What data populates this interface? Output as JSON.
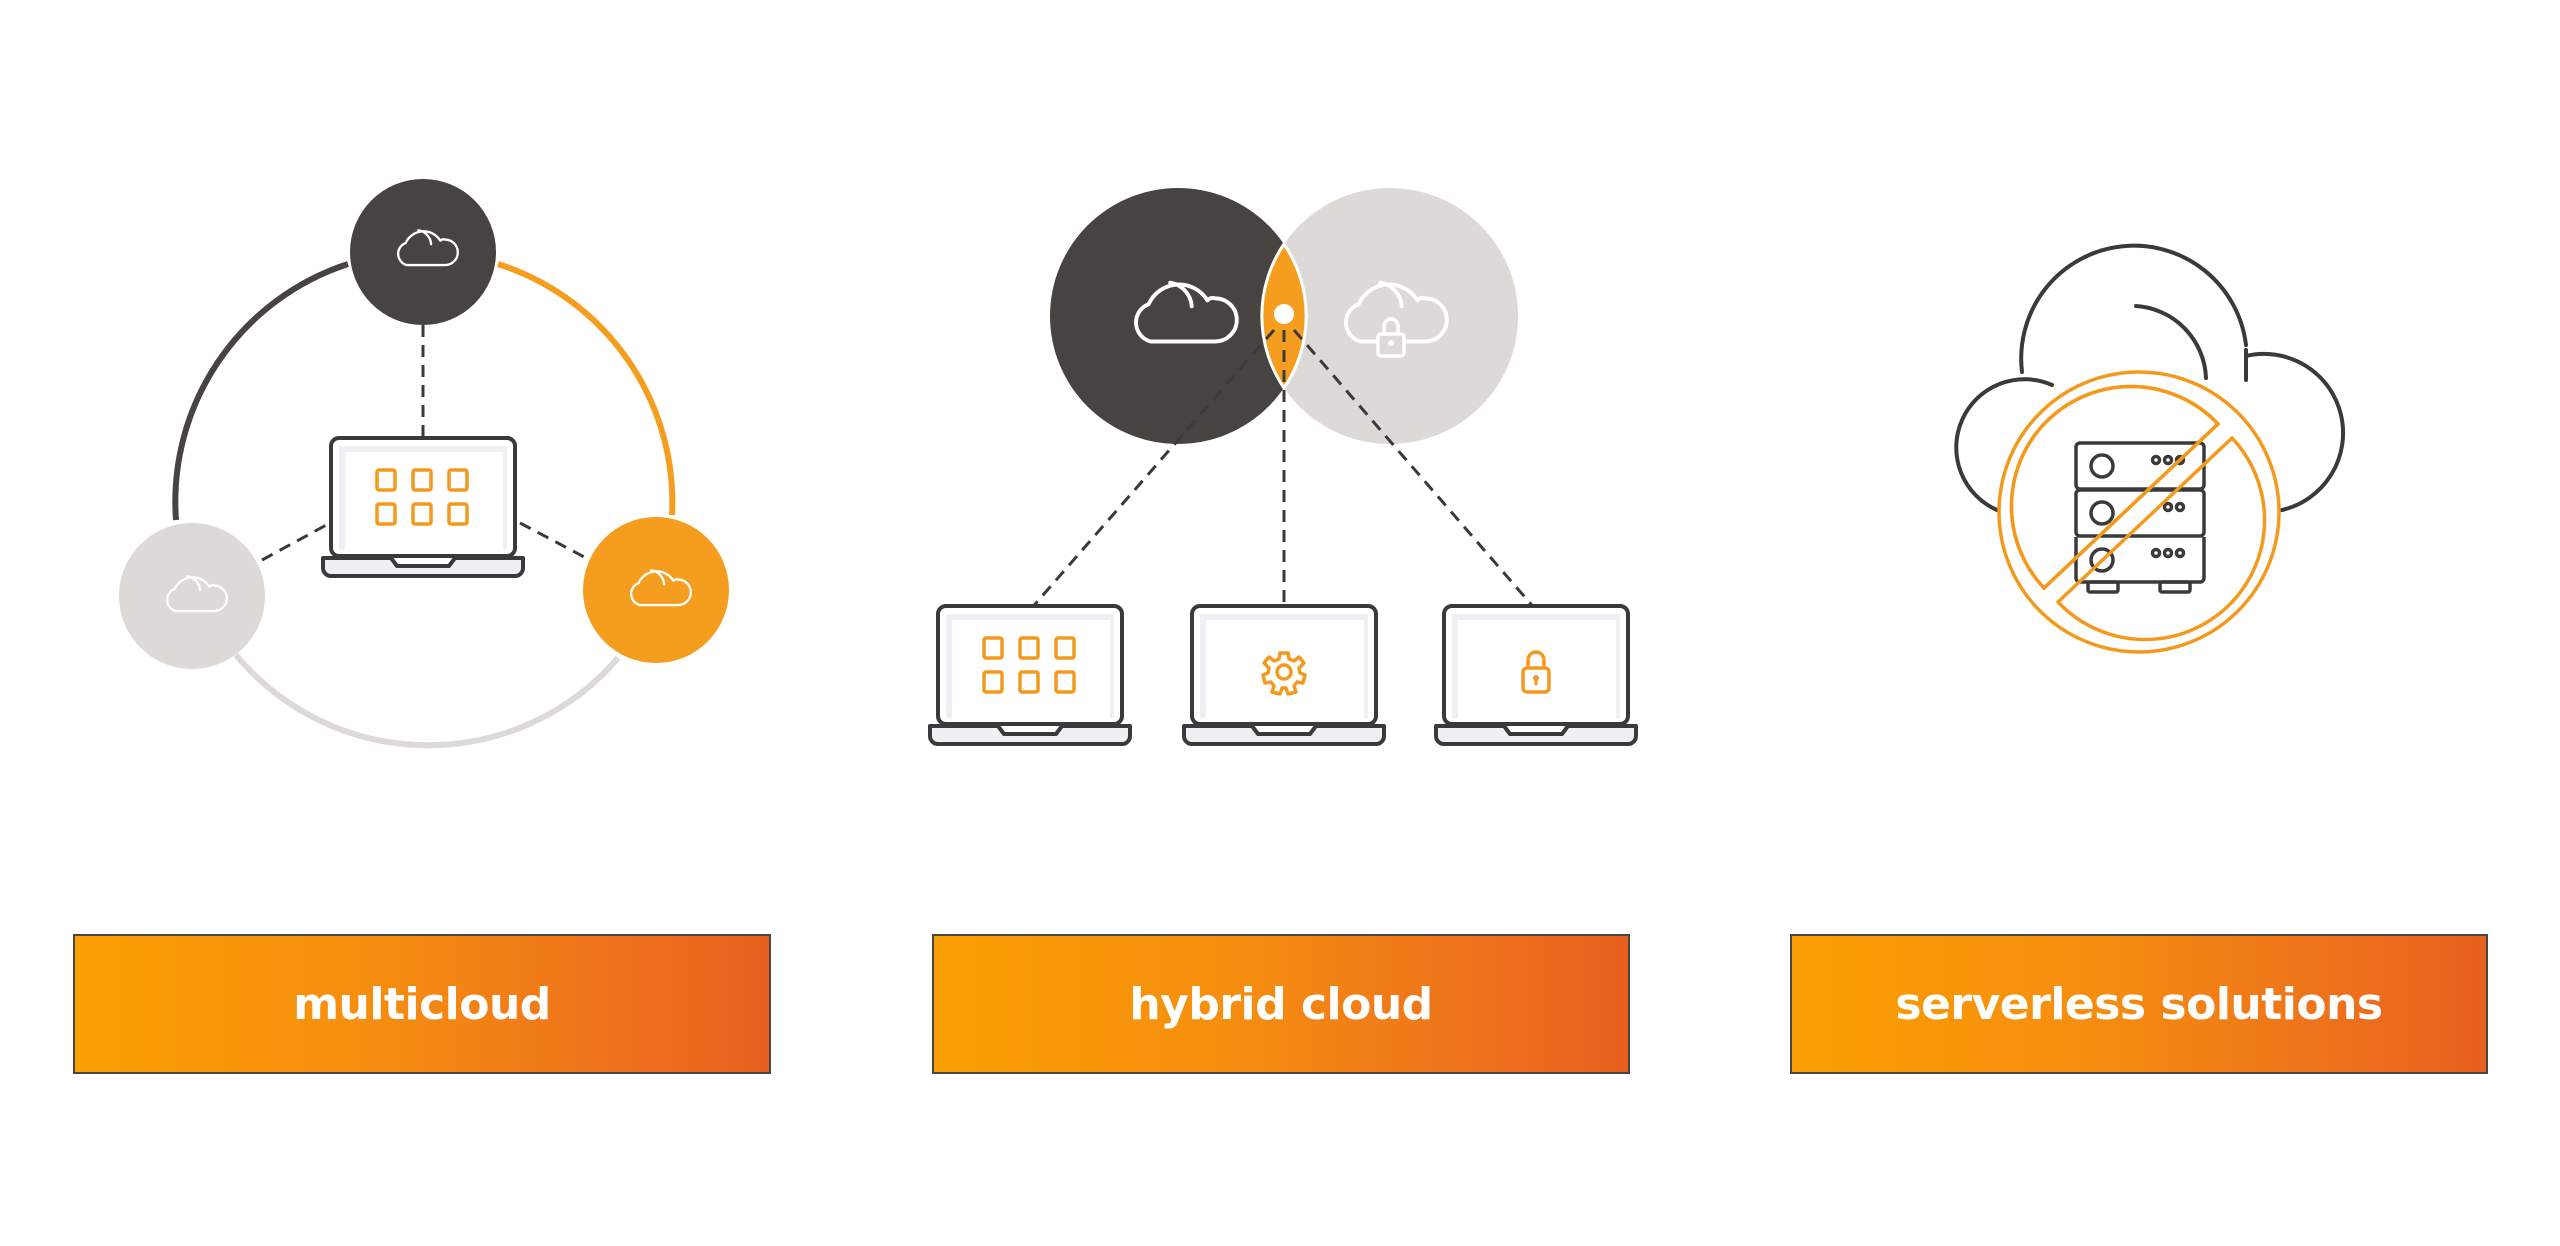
{
  "colors": {
    "dark": "#474341",
    "orange": "#f59d1f",
    "light_gray": "#dcd9d6",
    "line": "#3a3a3a",
    "screen_fill": "#eef0f3",
    "label_gradient_start": "#fba003",
    "label_gradient_end": "#e8601f"
  },
  "panels": [
    {
      "id": "multicloud",
      "label": "multicloud",
      "illustration": {
        "clouds": [
          {
            "role": "top",
            "style": "dark",
            "icon": "cloud-icon"
          },
          {
            "role": "left",
            "style": "light-gray",
            "icon": "cloud-icon"
          },
          {
            "role": "right",
            "style": "orange",
            "icon": "cloud-icon"
          }
        ],
        "center_device": {
          "type": "laptop",
          "screen_icon": "app-grid-icon"
        },
        "connectors": "dashed lines from laptop to each cloud",
        "ring_segments": [
          "dark",
          "orange",
          "light-gray"
        ]
      }
    },
    {
      "id": "hybrid-cloud",
      "label": "hybrid cloud",
      "illustration": {
        "clouds": [
          {
            "role": "public",
            "style": "dark",
            "icon": "cloud-icon"
          },
          {
            "role": "private",
            "style": "light-gray",
            "icon": "cloud-lock-icon"
          }
        ],
        "overlap": {
          "style": "orange",
          "icon": "node-dot-icon"
        },
        "devices": [
          {
            "type": "laptop",
            "screen_icon": "app-grid-icon"
          },
          {
            "type": "laptop",
            "screen_icon": "gear-icon"
          },
          {
            "type": "laptop",
            "screen_icon": "lock-icon"
          }
        ]
      }
    },
    {
      "id": "serverless",
      "label": "serverless solutions",
      "illustration": {
        "background": "cloud-outline-icon",
        "subject": "server-rack-icon",
        "overlay": "prohibited-icon"
      }
    }
  ]
}
